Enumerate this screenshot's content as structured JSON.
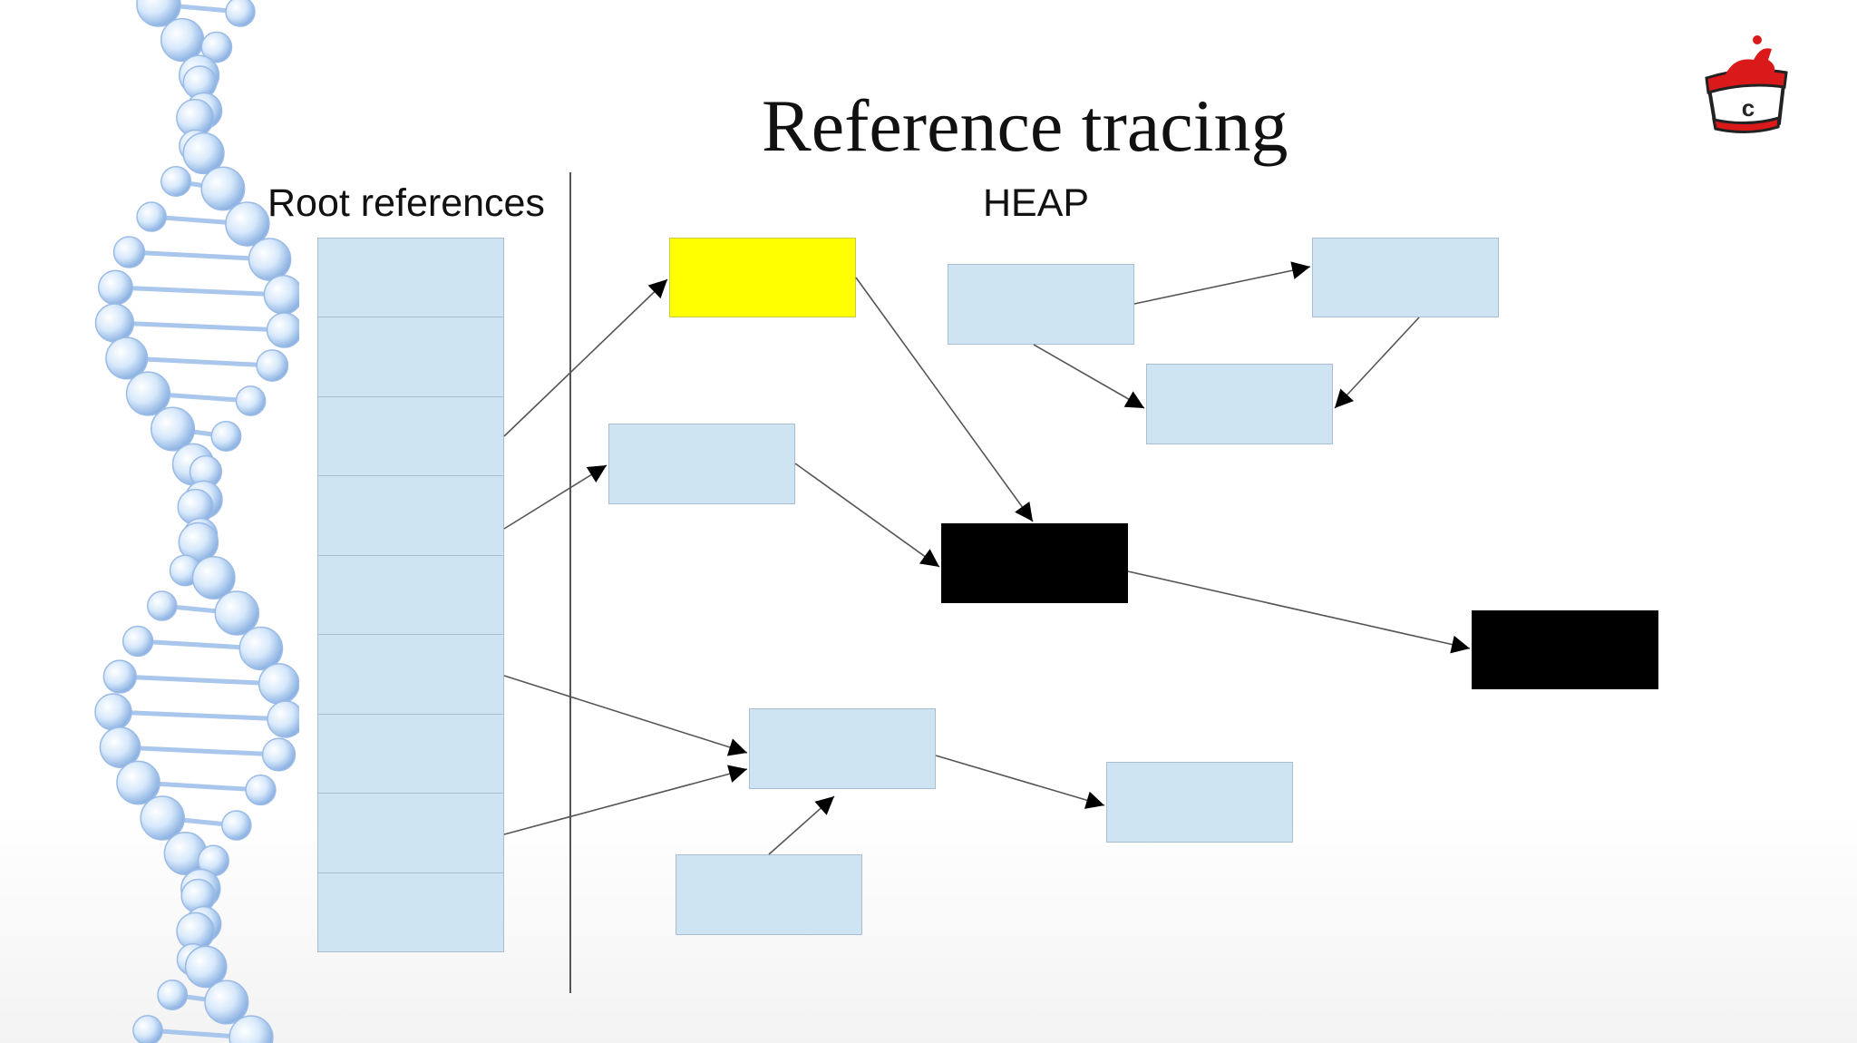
{
  "slide": {
    "title": "Reference tracing",
    "root_label": "Root references",
    "heap_label": "HEAP"
  },
  "colors": {
    "box_fill": "#cfe4f3",
    "marked": "#ffff00",
    "unreachable": "#000000",
    "line": "#555555"
  },
  "root_references": {
    "count": 9
  },
  "heap_objects": [
    {
      "id": "obj-yellow",
      "state": "marked"
    },
    {
      "id": "obj-a"
    },
    {
      "id": "obj-b"
    },
    {
      "id": "obj-c"
    },
    {
      "id": "obj-d"
    },
    {
      "id": "obj-black-1",
      "state": "black"
    },
    {
      "id": "obj-black-2",
      "state": "black"
    },
    {
      "id": "obj-e"
    },
    {
      "id": "obj-f"
    },
    {
      "id": "obj-g"
    }
  ],
  "references": [
    {
      "from": "root-3",
      "to": "obj-yellow"
    },
    {
      "from": "root-4",
      "to": "obj-d"
    },
    {
      "from": "root-6",
      "to": "obj-e"
    },
    {
      "from": "root-8",
      "to": "obj-e"
    },
    {
      "from": "obj-yellow",
      "to": "obj-black-1"
    },
    {
      "from": "obj-d",
      "to": "obj-black-1"
    },
    {
      "from": "obj-black-1",
      "to": "obj-black-2"
    },
    {
      "from": "obj-a",
      "to": "obj-b"
    },
    {
      "from": "obj-a",
      "to": "obj-c"
    },
    {
      "from": "obj-b",
      "to": "obj-c"
    },
    {
      "from": "obj-e",
      "to": "obj-f"
    },
    {
      "from": "obj-g",
      "to": "obj-e"
    }
  ]
}
